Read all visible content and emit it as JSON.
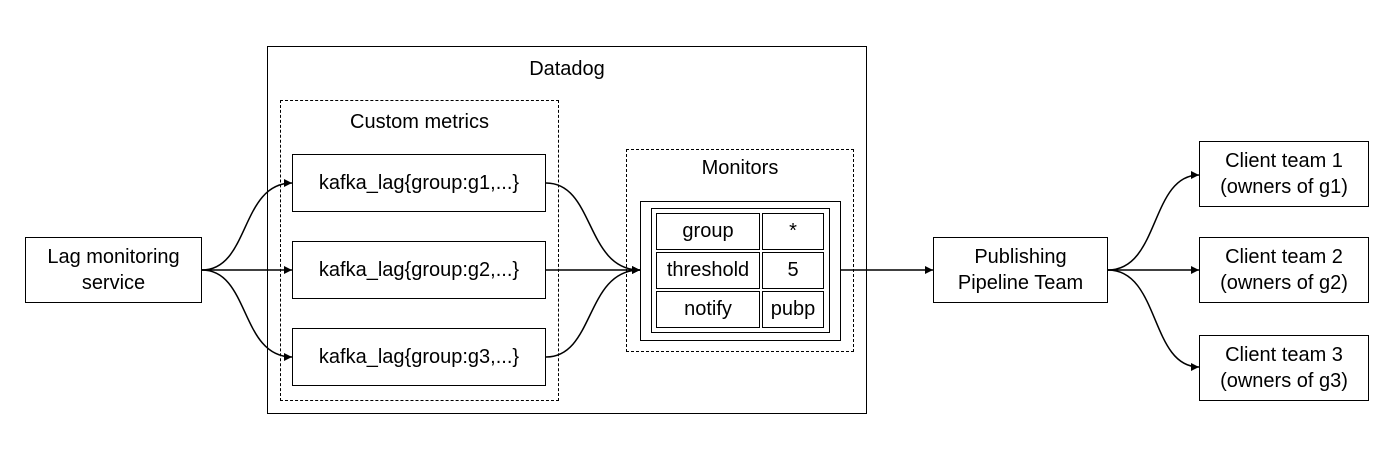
{
  "datadog": {
    "title": "Datadog"
  },
  "custom_metrics": {
    "title": "Custom metrics",
    "items": [
      "kafka_lag{group:g1,...}",
      "kafka_lag{group:g2,...}",
      "kafka_lag{group:g3,...}"
    ]
  },
  "monitors": {
    "title": "Monitors",
    "rows": [
      {
        "key": "group",
        "value": "*"
      },
      {
        "key": "threshold",
        "value": "5"
      },
      {
        "key": "notify",
        "value": "pubp"
      }
    ]
  },
  "lag_service": {
    "label": "Lag monitoring\nservice"
  },
  "publishing_team": {
    "label": "Publishing\nPipeline Team"
  },
  "client_teams": [
    {
      "label": "Client team 1\n(owners of g1)"
    },
    {
      "label": "Client team 2\n(owners of g2)"
    },
    {
      "label": "Client team 3\n(owners of g3)"
    }
  ]
}
